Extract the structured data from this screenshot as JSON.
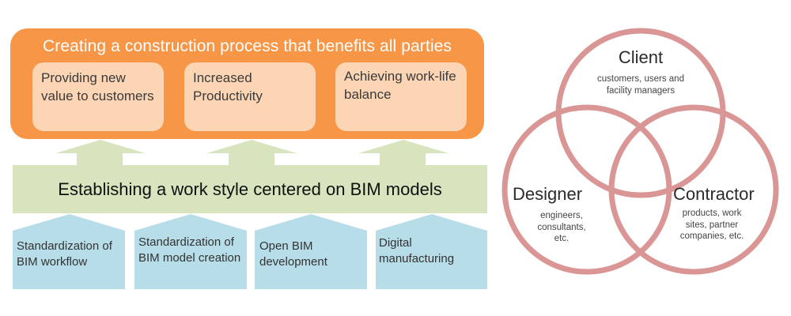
{
  "goal": {
    "title": "Creating a construction process that benefits all parties",
    "benefits": [
      "Providing new value to customers",
      "Increased Productivity",
      "Achieving work-life balance"
    ]
  },
  "foundation": {
    "label": "Establishing a work style centered on BIM models"
  },
  "pillars": [
    "Standardization of BIM workflow",
    "Standardization of BIM model creation",
    "Open BIM development",
    "Digital manufacturing"
  ],
  "venn": {
    "circles": [
      {
        "title": "Client",
        "subtitle_lines": [
          "customers, users and",
          "facility managers"
        ]
      },
      {
        "title": "Designer",
        "subtitle_lines": [
          "engineers,",
          "consultants,",
          "etc."
        ]
      },
      {
        "title": "Contractor",
        "subtitle_lines": [
          "products, work",
          "sites, partner",
          "companies, etc."
        ]
      }
    ]
  },
  "colors": {
    "goal_fill": "#f79646",
    "benefit_fill": "#fcd5b5",
    "arrow_fill": "#d7e4bd",
    "pillar_fill": "#b7dde8",
    "venn_stroke": "#d99694"
  }
}
